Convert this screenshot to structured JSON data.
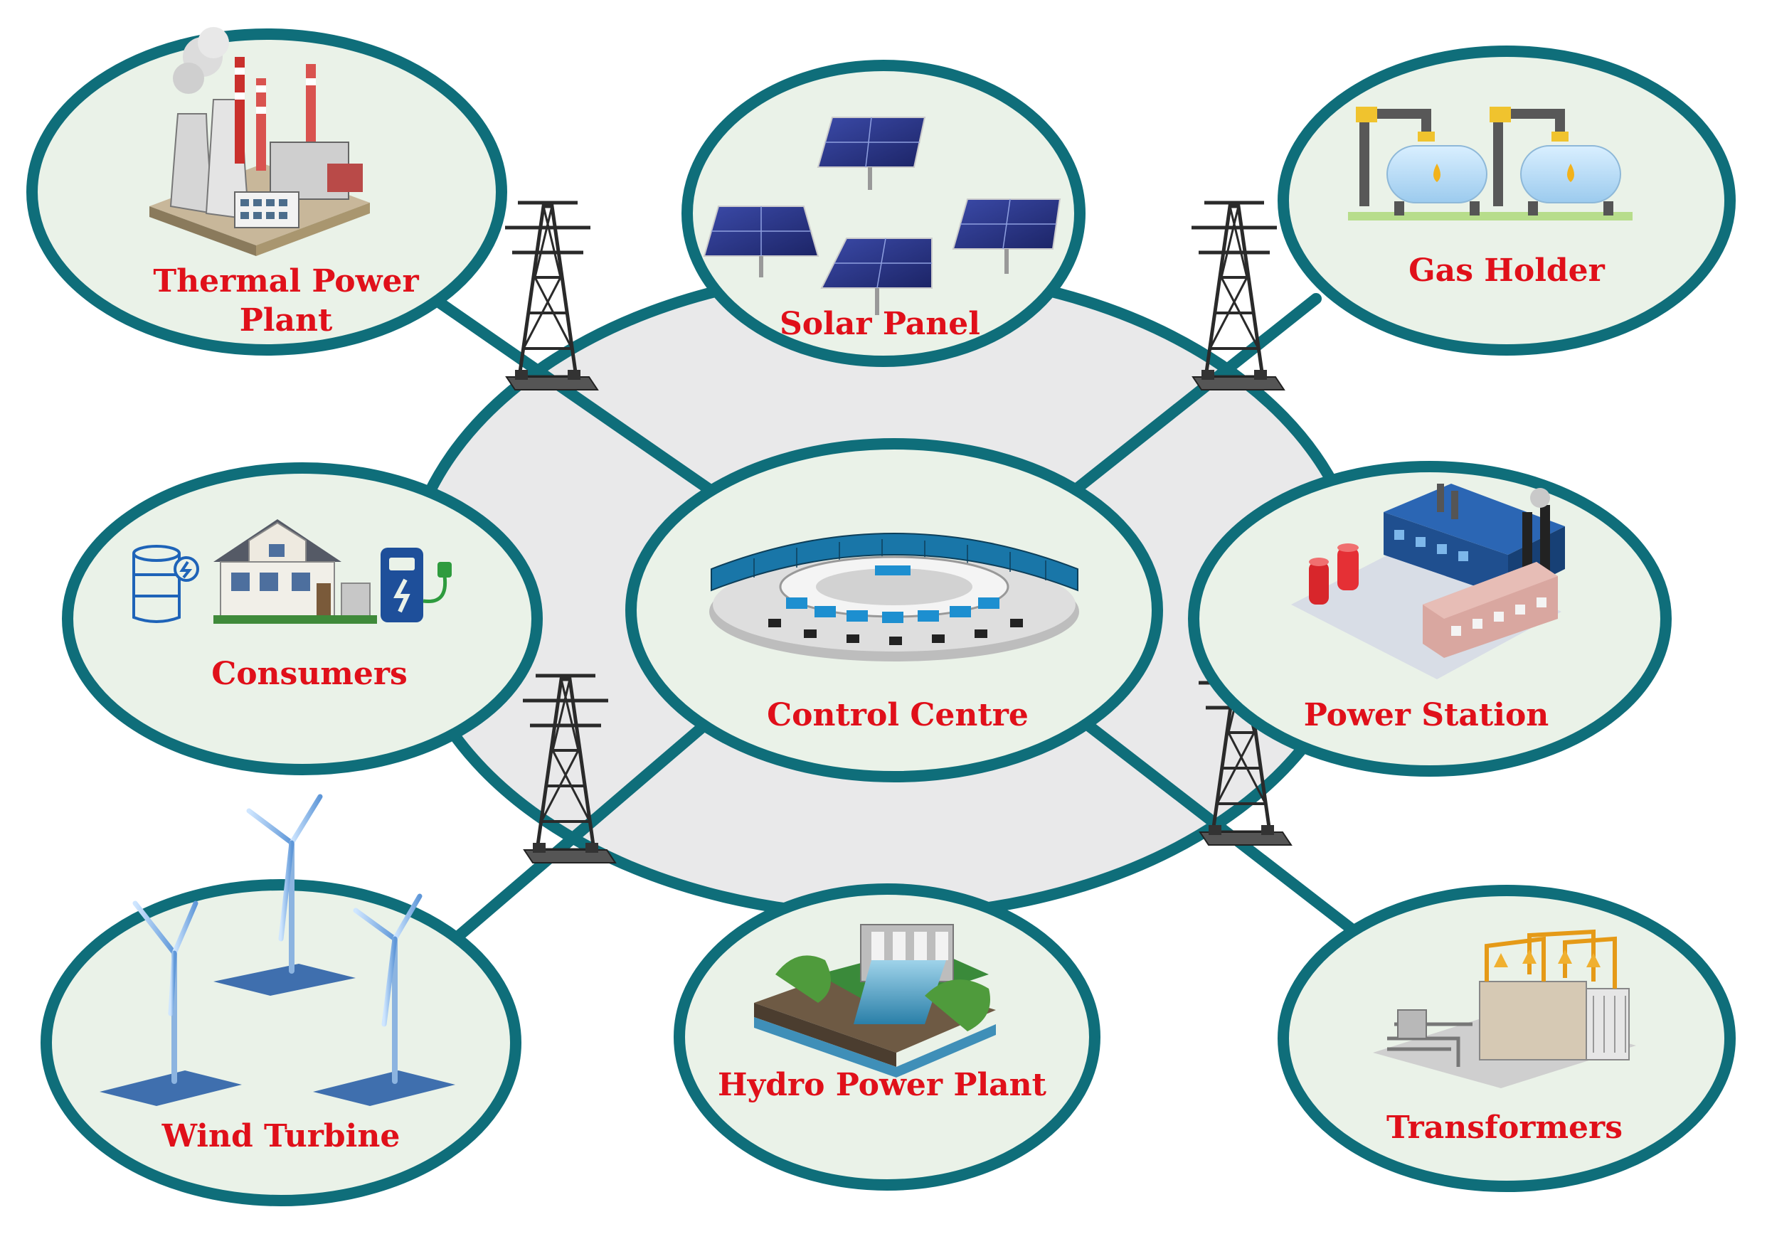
{
  "colors": {
    "ring_stroke": "#0f6e7a",
    "node_fill": "#eaf2e8",
    "hub_fill": "#e9e9ea",
    "label": "#e0101a"
  },
  "nodes": {
    "thermal": {
      "label_line1": "Thermal Power",
      "label_line2": "Plant",
      "icon": "thermal-power-plant-icon"
    },
    "solar": {
      "label": "Solar Panel",
      "icon": "solar-panel-icon"
    },
    "gas": {
      "label": "Gas Holder",
      "icon": "gas-holder-icon"
    },
    "consumers": {
      "label": "Consumers",
      "icon": "house-battery-ev-charger-icon"
    },
    "control": {
      "label": "Control Centre",
      "icon": "control-room-icon"
    },
    "power_station": {
      "label": "Power Station",
      "icon": "power-station-icon"
    },
    "wind": {
      "label": "Wind Turbine",
      "icon": "wind-turbine-icon"
    },
    "hydro": {
      "label": "Hydro Power Plant",
      "icon": "hydro-dam-icon"
    },
    "transformers": {
      "label": "Transformers",
      "icon": "transformer-substation-icon"
    }
  },
  "towers": {
    "count": 4,
    "icon": "transmission-tower-icon"
  }
}
